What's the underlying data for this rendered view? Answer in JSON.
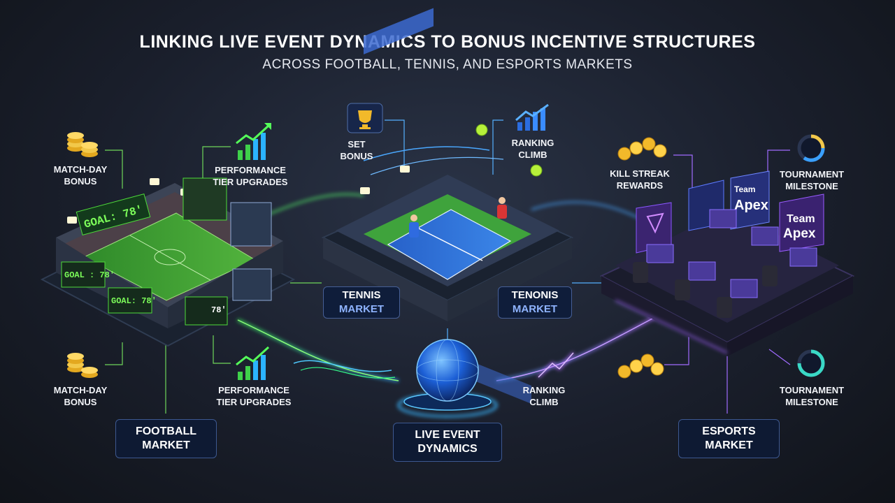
{
  "header": {
    "title": "Linking Live Event Dynamics to Bonus Incentive Structures",
    "subtitle": "ACROSS FOOTBALL, TENNIS, AND ESPORTS MARKETS"
  },
  "football": {
    "label_match_day_top": [
      "MATCH-DAY",
      "BONUS"
    ],
    "label_performance_top": [
      "PERFORMANCE",
      "TIER UPGRADES"
    ],
    "label_match_day_bottom": [
      "MATCH-DAY",
      "BONUS"
    ],
    "label_performance_bottom": [
      "PERFORMANCE",
      "TIER UPGRADES"
    ],
    "market_box": [
      "FOOTBALL",
      "MARKET"
    ],
    "scoreboards": [
      "GOAL: 78'",
      "GOAL : 78'",
      "GOAL: 78'",
      "78'"
    ]
  },
  "tennis": {
    "label_set_bonus": [
      "SET",
      "BONUS"
    ],
    "label_ranking_climb": [
      "RANKING",
      "CLIMB"
    ],
    "market_box_left": [
      "TENNIS",
      "MARKET"
    ],
    "market_box_right": [
      "TENONIS",
      "MARKET"
    ]
  },
  "center": {
    "box": [
      "LIVE EVENT",
      "DYNAMICS"
    ],
    "label_ranking_climb": [
      "RANKING",
      "CLIMB"
    ]
  },
  "esports": {
    "label_kill_streak": [
      "KILL STREAK",
      "REWARDS"
    ],
    "label_tournament_top": [
      "TOURNAMENT",
      "MILESTONE"
    ],
    "label_tournament_bottom": [
      "TOURNAMENT",
      "MILESTONE"
    ],
    "market_box": [
      "ESPORTS",
      "MARKET"
    ],
    "banners": [
      "Team",
      "Apex",
      "Team",
      "Apex"
    ]
  },
  "colors": {
    "football_accent": "#5fe04a",
    "tennis_accent": "#3fa0ff",
    "esports_accent": "#a56bff",
    "gold": "#f2b92a"
  }
}
